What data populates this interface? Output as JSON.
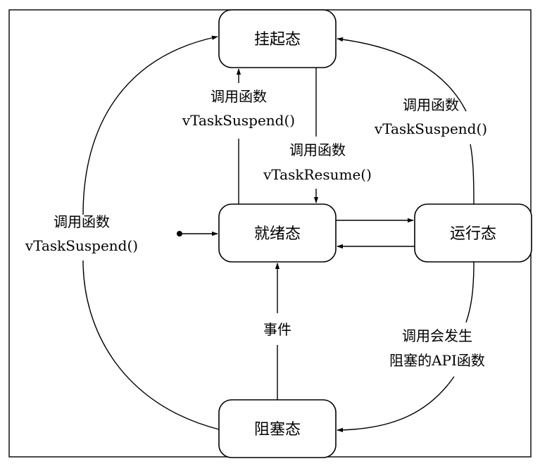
{
  "states": {
    "suspended": "挂起态",
    "ready": "就绪态",
    "running": "运行态",
    "blocked": "阻塞态"
  },
  "edges": {
    "ready_to_suspended": [
      "调用函数",
      "vTaskSuspend()"
    ],
    "suspended_to_ready": [
      "调用函数",
      "vTaskResume()"
    ],
    "running_to_suspended": [
      "调用函数",
      "vTaskSuspend()"
    ],
    "blocked_to_suspended": [
      "调用函数",
      "vTaskSuspend()"
    ],
    "blocked_to_ready": [
      "事件"
    ],
    "running_to_blocked": [
      "调用会发生",
      "阻塞的API函数"
    ]
  }
}
